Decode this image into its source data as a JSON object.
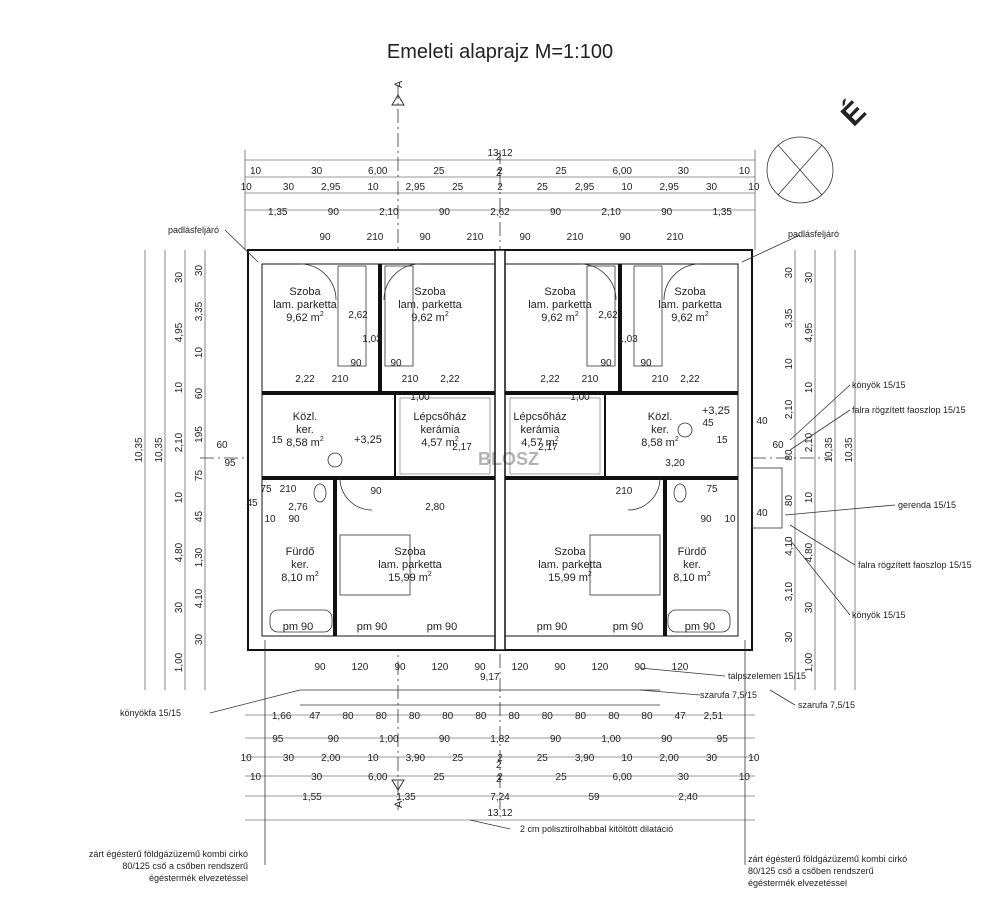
{
  "title": "Emeleti alaprajz  M=1:100",
  "north_label": "É",
  "section_markers": [
    "A",
    "A",
    "2",
    "2",
    "2",
    "2"
  ],
  "dimensions": {
    "top_total": "13,12",
    "top_row1": [
      "10",
      "30",
      "6,00",
      "25",
      "2",
      "25",
      "6,00",
      "30",
      "10"
    ],
    "top_row2": [
      "10",
      "30",
      "2,95",
      "10",
      "2,95",
      "25",
      "2",
      "25",
      "2,95",
      "10",
      "2,95",
      "30",
      "10"
    ],
    "top_row3": [
      "1,35",
      "90",
      "2,10",
      "90",
      "2,62",
      "90",
      "2,10",
      "90",
      "1,35"
    ],
    "top_open": [
      "90",
      "210",
      "90",
      "210",
      "90",
      "210",
      "90",
      "210"
    ],
    "bottom_row1": [
      "1,66",
      "47",
      "80",
      "80",
      "80",
      "80",
      "80",
      "80",
      "80",
      "80",
      "80",
      "80",
      "47",
      "2,51"
    ],
    "bottom_row2": [
      "95",
      "90",
      "1,00",
      "90",
      "1,82",
      "90",
      "1,00",
      "90",
      "95"
    ],
    "bottom_row3": [
      "10",
      "30",
      "2,00",
      "10",
      "3,90",
      "25",
      "2",
      "25",
      "3,90",
      "10",
      "2,00",
      "30",
      "10"
    ],
    "bottom_row4": [
      "10",
      "30",
      "6,00",
      "25",
      "2",
      "25",
      "6,00",
      "30",
      "10"
    ],
    "bottom_row5": [
      "1,55",
      "1,35",
      "7,24",
      "59",
      "2,40"
    ],
    "bottom_total": "13,12",
    "terrace_len": "9,17",
    "bottom_open": [
      "90",
      "120",
      "90",
      "120",
      "90",
      "120",
      "90",
      "120",
      "90",
      "120"
    ],
    "left_outer": [
      "10,35"
    ],
    "left_2": [
      "10,35"
    ],
    "left_3": [
      "30",
      "4,95",
      "10",
      "2,10",
      "10",
      "4,80",
      "30",
      "1,00"
    ],
    "left_4": [
      "30",
      "3,35",
      "10",
      "60",
      "195",
      "75",
      "45",
      "1,30",
      "4,10",
      "30"
    ],
    "right_outer": [
      "10,35"
    ],
    "right_2": [
      "10,35"
    ],
    "right_3": [
      "30",
      "4,95",
      "10",
      "2,10",
      "10",
      "4,80",
      "30",
      "1,00"
    ],
    "right_4": [
      "30",
      "3,35",
      "10",
      "2,10",
      "80",
      "80",
      "4,10",
      "3,10",
      "30"
    ],
    "inner": [
      "2,22",
      "2,22",
      "2,22",
      "2,22",
      "2,62",
      "2,62",
      "2,76",
      "2,80",
      "2,17",
      "2,17",
      "3,20",
      "1,00",
      "1,00",
      "1,03",
      "1,03",
      "90",
      "90",
      "90",
      "90",
      "210",
      "210",
      "210",
      "210",
      "75",
      "210",
      "90",
      "210",
      "75",
      "10",
      "10",
      "90",
      "90",
      "45",
      "45",
      "40",
      "40",
      "60",
      "60",
      "95",
      "15",
      "15"
    ]
  },
  "rooms": [
    {
      "name": "Szoba",
      "floor": "lam. parketta",
      "area": "9,62 m",
      "sup": "2"
    },
    {
      "name": "Szoba",
      "floor": "lam. parketta",
      "area": "9,62 m",
      "sup": "2"
    },
    {
      "name": "Szoba",
      "floor": "lam. parketta",
      "area": "9,62 m",
      "sup": "2"
    },
    {
      "name": "Szoba",
      "floor": "lam. parketta",
      "area": "9,62 m",
      "sup": "2"
    },
    {
      "name": "Közl.",
      "floor": "ker.",
      "area": "8,58 m",
      "sup": "2"
    },
    {
      "name": "Közl.",
      "floor": "ker.",
      "area": "8,58 m",
      "sup": "2"
    },
    {
      "name": "Lépcsőház",
      "floor": "kerámia",
      "area": "4,57 m",
      "sup": "2"
    },
    {
      "name": "Lépcsőház",
      "floor": "kerámia",
      "area": "4,57 m",
      "sup": "2"
    },
    {
      "name": "Fürdő",
      "floor": "ker.",
      "area": "8,10 m",
      "sup": "2"
    },
    {
      "name": "Fürdő",
      "floor": "ker.",
      "area": "8,10 m",
      "sup": "2"
    },
    {
      "name": "Szoba",
      "floor": "lam. parketta",
      "area": "15,99 m",
      "sup": "2"
    },
    {
      "name": "Szoba",
      "floor": "lam. parketta",
      "area": "15,99 m",
      "sup": "2"
    }
  ],
  "levels": [
    "+3,25",
    "+3,25"
  ],
  "fixtures": [
    "pm 90",
    "pm 90",
    "pm 90",
    "pm 90",
    "pm 90",
    "pm 90"
  ],
  "annotations": {
    "attic_left": "padlásfeljáró",
    "attic_right": "padlásfeljáró",
    "knee1": "könyök 15/15",
    "post1": "falra rögzített faoszlop 15/15",
    "beam": "gerenda 15/15",
    "post2": "falra rögzített faoszlop 15/15",
    "knee2": "könyök 15/15",
    "sill": "talpszelemen 15/15",
    "rafter1": "szarufa 7,5/15",
    "rafter2": "szarufa 7,5/15",
    "bracket": "könyökfa 15/15",
    "dilatation": "2 cm polisztirolhabbal kitöltött dilatáció",
    "boiler_left": [
      "zárt égésterű földgázüzemű kombi cirkó",
      "80/125 cső a csőben rendszerű",
      "égéstermék elvezetéssel"
    ],
    "boiler_right": [
      "zárt égésterű földgázüzemű kombi cirkó",
      "80/125 cső a csőben rendszerű",
      "égéstermék elvezetéssel"
    ]
  },
  "watermark": "BLOSZ",
  "colors": {
    "line": "#222222",
    "watermark": "#e57373"
  }
}
